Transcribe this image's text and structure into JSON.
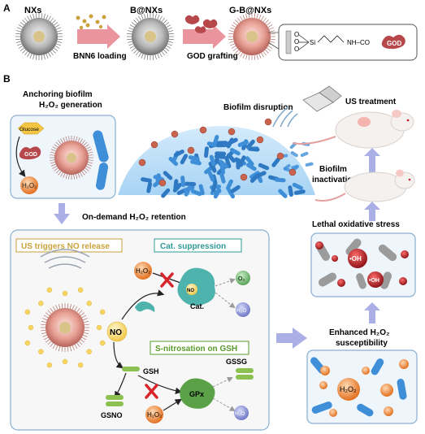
{
  "panel_a": {
    "letter": "A",
    "stage1": "NXs",
    "stage2": "B@NXs",
    "stage3": "G-B@NXs",
    "step1": "BNN6 loading",
    "step2": "GOD grafting",
    "chem": {
      "o1": "O",
      "o2": "O",
      "o3": "O",
      "si": "Si",
      "link": "NH–CO",
      "god": "GOD"
    }
  },
  "panel_b": {
    "letter": "B",
    "anchor_title_1": "Anchoring biofilm",
    "anchor_title_2": "H₂O₂ generation",
    "glucose": "Glucose",
    "god": "GOD",
    "h2o2": "H₂O₂",
    "biofilm_disruption": "Biofilm disruption",
    "us_treatment": "US treatment",
    "biofilm_inactivation_1": "Biofilm",
    "biofilm_inactivation_2": "inactivation",
    "lethal": "Lethal oxidative stress",
    "oh": "•OH",
    "on_demand": "On-demand H₂O₂ retention",
    "us_triggers": "US triggers NO release",
    "cat_suppression": "Cat. suppression",
    "cat": "Cat.",
    "o2": "O₂",
    "h2o": "H₂O",
    "no": "NO",
    "gsh": "GSH",
    "gssg": "GSSG",
    "gsno": "GSNO",
    "gpx": "GPx",
    "s_nitrosation": "S-nitrosation on GSH",
    "enhanced_1": "Enhanced H₂O₂",
    "enhanced_2": "susceptibility"
  },
  "colors": {
    "arrow_pink": "#e88a92",
    "arrow_lavender": "#aab0e6",
    "panel_border": "#8aaed0",
    "biofilm_blue": "#3f8fd8",
    "h2o2_orange": "#f08a3c",
    "god_red": "#b6474a",
    "cat_teal": "#4fb3ad",
    "gsh_green": "#8cc152",
    "no_yellow": "#f7d560",
    "oh_red": "#c0272d",
    "cross_red": "#d8262c",
    "yellow_text": "#c9a23a",
    "teal_text": "#2e9a96",
    "green_text": "#5a9a2d"
  }
}
